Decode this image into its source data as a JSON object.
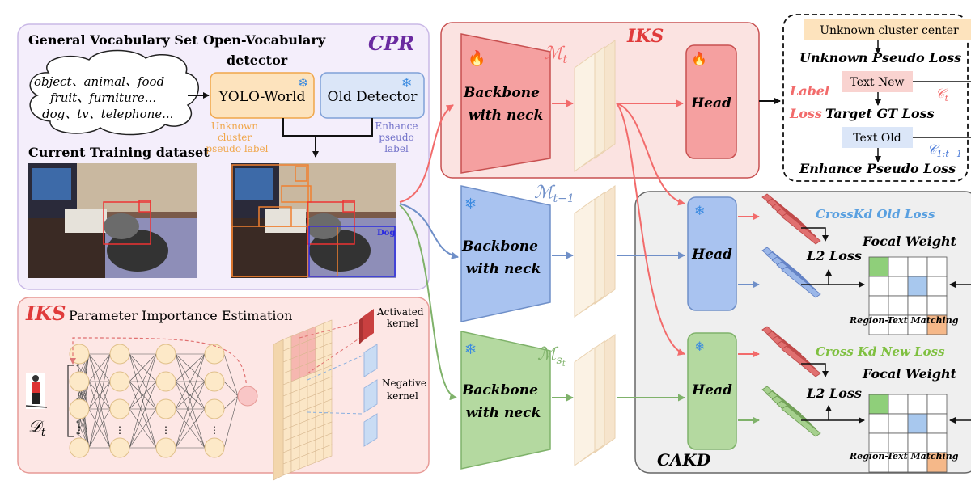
{
  "cpr": {
    "title": "CPR",
    "vocab_title": "General Vocabulary Set",
    "vocab_lines": [
      "object、animal、food",
      "fruit、furniture...",
      "dog、tv、telephone..."
    ],
    "ovd_title_1": "Open-Vocabulary",
    "ovd_title_2": "detector",
    "yolo": "YOLO-World",
    "old_detector": "Old Detector",
    "unknown_label": [
      "Unknown",
      "cluster",
      "pseudo label"
    ],
    "enhance_label": [
      "Enhance",
      "pseudo",
      "label"
    ],
    "training_title": "Current Training dataset",
    "dog_tag": "Dog"
  },
  "iks_bottom": {
    "title": "IKS",
    "subtitle": "Parameter Importance Estimation",
    "activated": [
      "Activated",
      "kernel"
    ],
    "negative": [
      "Negative",
      "kernel"
    ],
    "dataset": "𝒟",
    "dataset_sub": "t"
  },
  "models": {
    "mt": "ℳ",
    "mt_sub": "t",
    "mt1_sub": "t−1",
    "mst_sub": "s",
    "mst_sub2": "t",
    "backbone": [
      "Backbone",
      "with neck"
    ],
    "head": "Head"
  },
  "iks_top": {
    "title": "IKS"
  },
  "loss": {
    "unknown_center": "Unknown cluster center",
    "unknown_pseudo": "Unknown Pseudo Loss",
    "label": "Label",
    "loss": "Loss",
    "text_new": "Text New",
    "ct": "𝒞",
    "ct_sub": "t",
    "target_gt": "Target GT Loss",
    "text_old": "Text Old",
    "c_old": "𝒞",
    "c_old_sub": "1:t−1",
    "enhance_pseudo": "Enhance Pseudo Loss"
  },
  "cakd": {
    "title": "CAKD",
    "crosskd_old": "CrossKd Old Loss",
    "crosskd_new": "Cross Kd New Loss",
    "focal": "Focal Weight",
    "l2": "L2 Loss",
    "matching": "Region-Text Matching"
  },
  "colors": {
    "red": "#f07a7a",
    "blue": "#6f8fc8",
    "green": "#7fb26a",
    "purple": "#6a2aa0"
  }
}
